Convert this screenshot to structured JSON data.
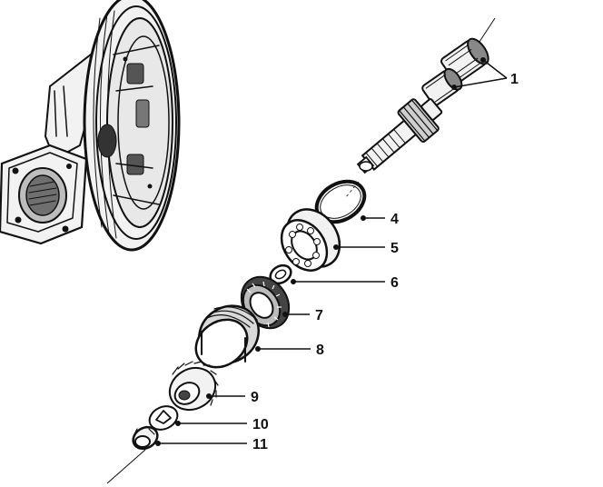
{
  "callouts": [
    {
      "id": "1",
      "label": "1"
    },
    {
      "id": "4",
      "label": "4"
    },
    {
      "id": "5",
      "label": "5"
    },
    {
      "id": "6",
      "label": "6"
    },
    {
      "id": "7",
      "label": "7"
    },
    {
      "id": "8",
      "label": "8"
    },
    {
      "id": "9",
      "label": "9"
    },
    {
      "id": "10",
      "label": "10"
    },
    {
      "id": "11",
      "label": "11"
    }
  ]
}
